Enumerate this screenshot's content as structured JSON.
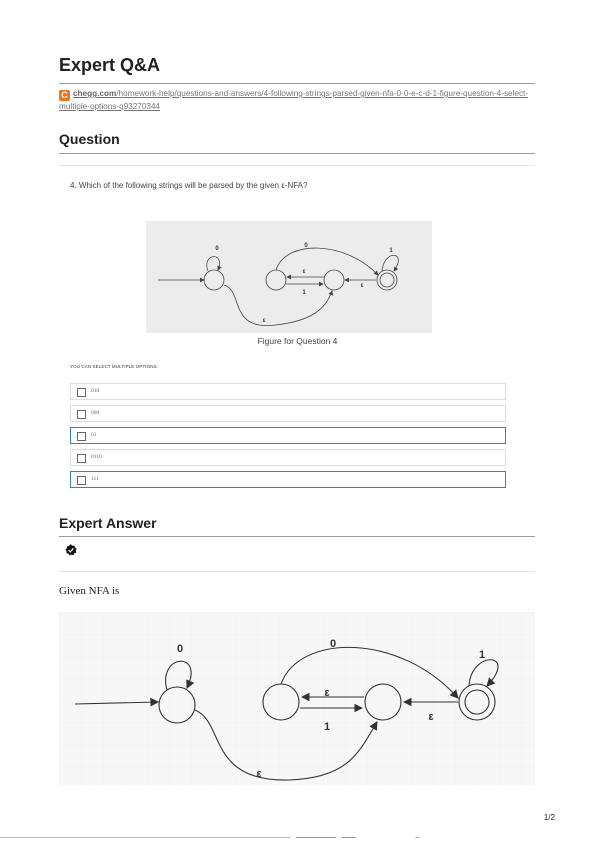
{
  "header": {
    "title": "Expert Q&A",
    "logo_letter": "C",
    "url_domain": "chegg.com",
    "url_path": "/homework-help/questions-and-answers/4-following-strings-parsed-given-nfa-0-0-e-c-d-1-figure-question-4-select-multiple-options-q93270344"
  },
  "question": {
    "heading": "Question",
    "text": "4. Which of the following strings will be parsed by the given ε-NFA?",
    "figure_caption": "Figure for Question 4",
    "options_label": "YOU CAN SELECT MULTIPLE OPTIONS:",
    "options": [
      {
        "label": "010",
        "highlighted": false
      },
      {
        "label": "000",
        "highlighted": false
      },
      {
        "label": "01",
        "highlighted": true
      },
      {
        "label": "0110",
        "highlighted": false
      },
      {
        "label": "111",
        "highlighted": true
      }
    ]
  },
  "answer": {
    "heading": "Expert Answer",
    "intro": "Given NFA is"
  },
  "diagram": {
    "labels": {
      "self_loop_start": "0",
      "top_arc": "0",
      "self_loop_final": "1",
      "eps_mid": "ε",
      "one_mid": "1",
      "eps_right": "ε",
      "eps_bottom": "ε"
    }
  },
  "footer": {
    "page_number": "1/2"
  },
  "colors": {
    "accent_blue": "#2c86b8",
    "chegg_orange": "#e87722",
    "rule_gray": "#9a9a9a"
  }
}
